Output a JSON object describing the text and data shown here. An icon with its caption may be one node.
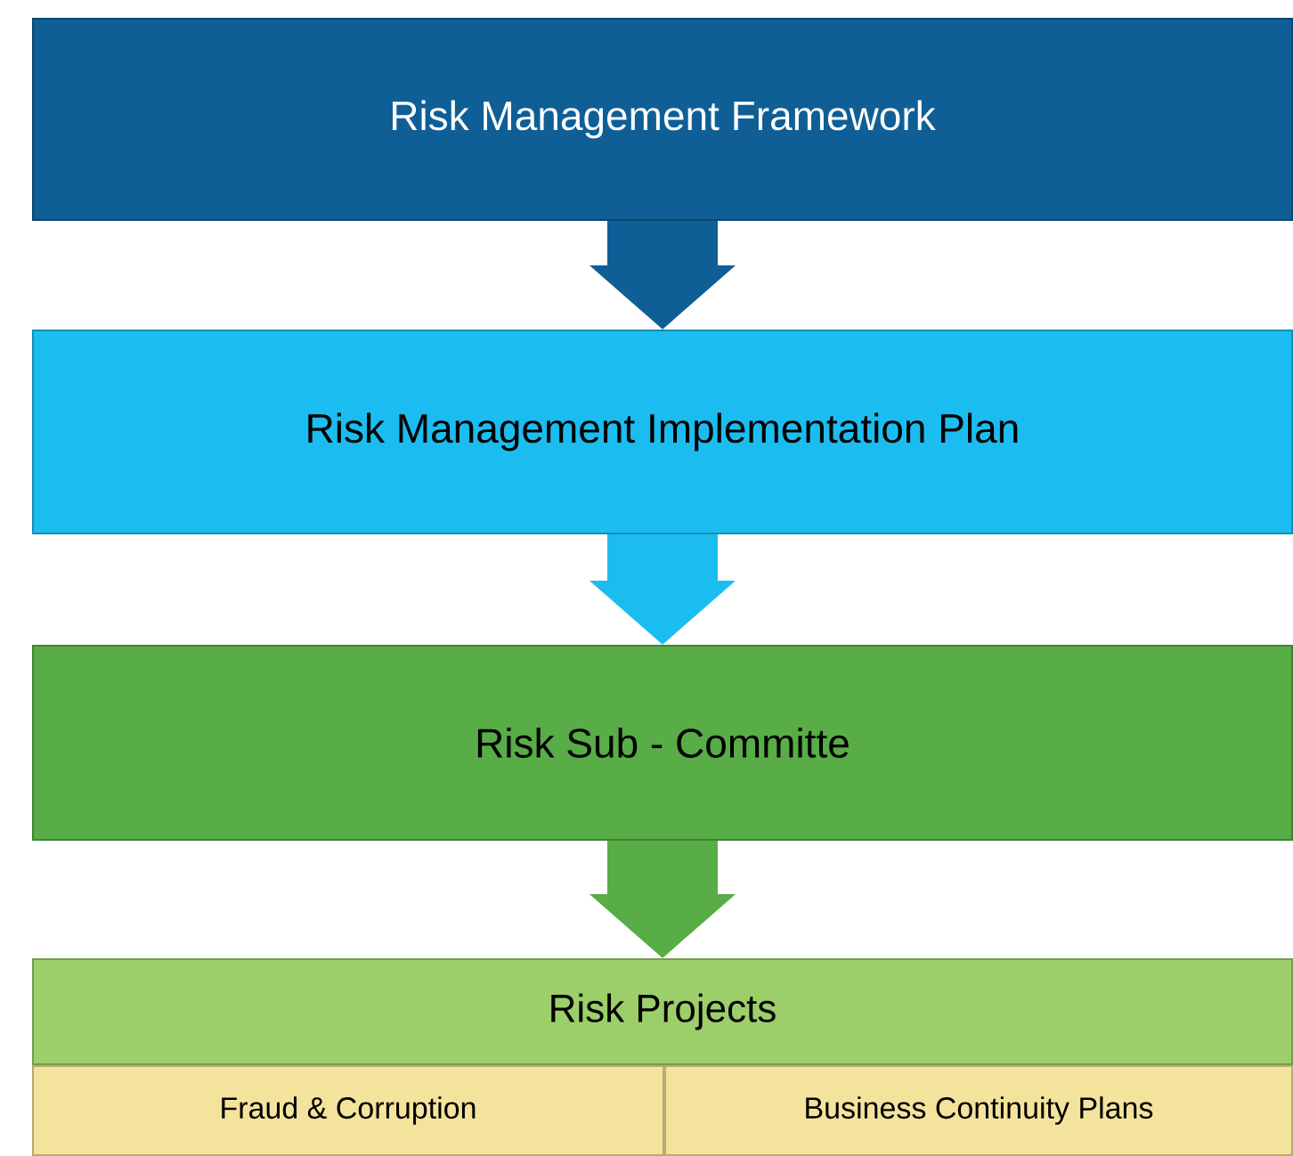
{
  "diagram": {
    "nodes": [
      {
        "text": [
          "Risk Management Framework"
        ]
      },
      {
        "text": [
          "Risk Management Implementation Plan"
        ]
      },
      {
        "text": [
          "Risk Sub - Committe"
        ]
      },
      {
        "text": [
          "Risk Projects"
        ]
      },
      {
        "text": [
          "Fraud & Corruption"
        ]
      },
      {
        "text": [
          "Business Continuity Plans"
        ]
      }
    ],
    "edges": [
      {
        "from": 0,
        "to": 1,
        "arrow": "to",
        "color": "#0f5f96"
      },
      {
        "from": 1,
        "to": 2,
        "arrow": "to",
        "color": "#1bbdf0"
      },
      {
        "from": 2,
        "to": 3,
        "arrow": "to",
        "color": "#58ad46"
      }
    ]
  }
}
